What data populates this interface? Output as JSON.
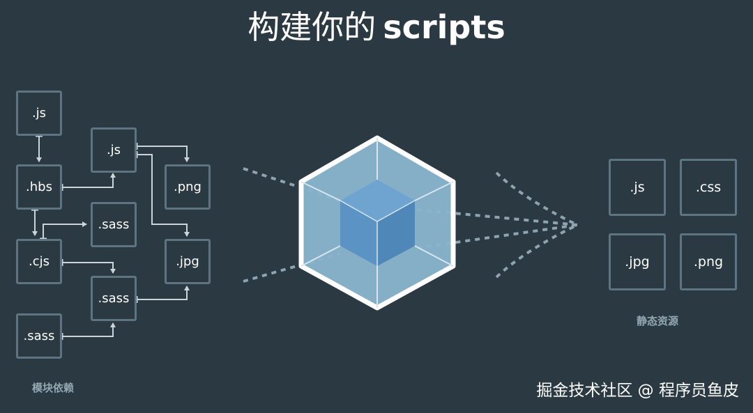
{
  "title": {
    "cjk": "构建你的",
    "latin": "scripts"
  },
  "modules": {
    "caption": "模块依赖",
    "nodes": [
      {
        "id": "js-top",
        "label": ".js"
      },
      {
        "id": "js-mid",
        "label": ".js"
      },
      {
        "id": "hbs",
        "label": ".hbs"
      },
      {
        "id": "png",
        "label": ".png"
      },
      {
        "id": "sass-1",
        "label": ".sass"
      },
      {
        "id": "cjs",
        "label": ".cjs"
      },
      {
        "id": "jpg",
        "label": ".jpg"
      },
      {
        "id": "sass-2",
        "label": ".sass"
      },
      {
        "id": "sass-3",
        "label": ".sass"
      }
    ]
  },
  "assets": {
    "caption": "静态资源",
    "items": [
      {
        "label": ".js"
      },
      {
        "label": ".css"
      },
      {
        "label": ".jpg"
      },
      {
        "label": ".png"
      }
    ]
  },
  "colors": {
    "background": "#2b3a42",
    "box_border": "#5e7581",
    "arrow": "#c9d6dc",
    "cube_outer": "#8ab4cf",
    "cube_inner": "#6399c7"
  },
  "watermark": "掘金技术社区 @ 程序员鱼皮"
}
